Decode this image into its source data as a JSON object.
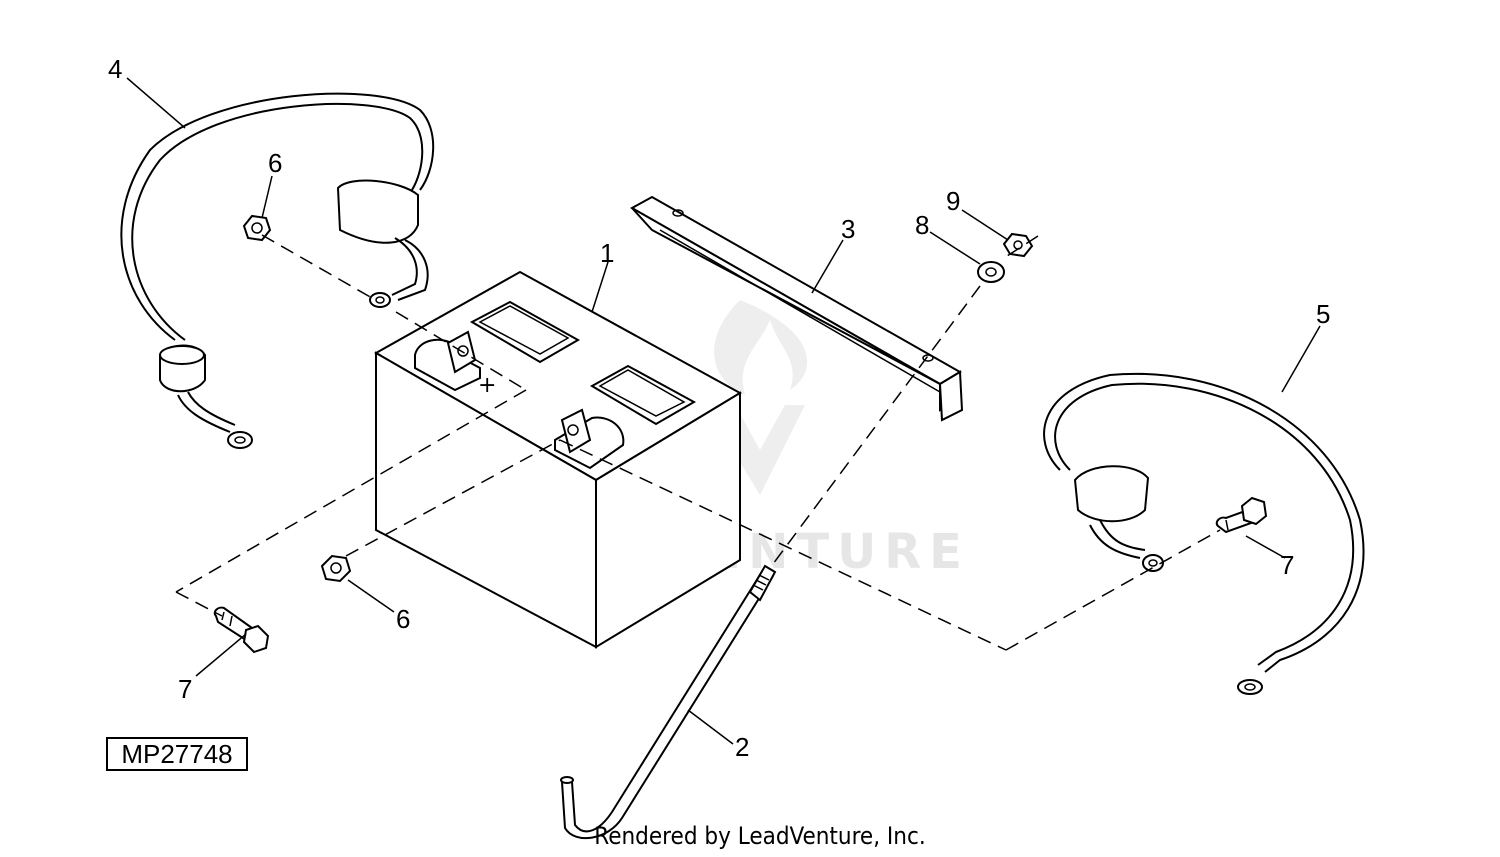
{
  "diagram": {
    "figure_id": "MP27748",
    "footer": "Rendered by LeadVenture, Inc.",
    "watermark": "LEADVENTURE",
    "callouts": [
      "1",
      "2",
      "3",
      "4",
      "5",
      "6",
      "6",
      "7",
      "7",
      "8",
      "9"
    ]
  }
}
